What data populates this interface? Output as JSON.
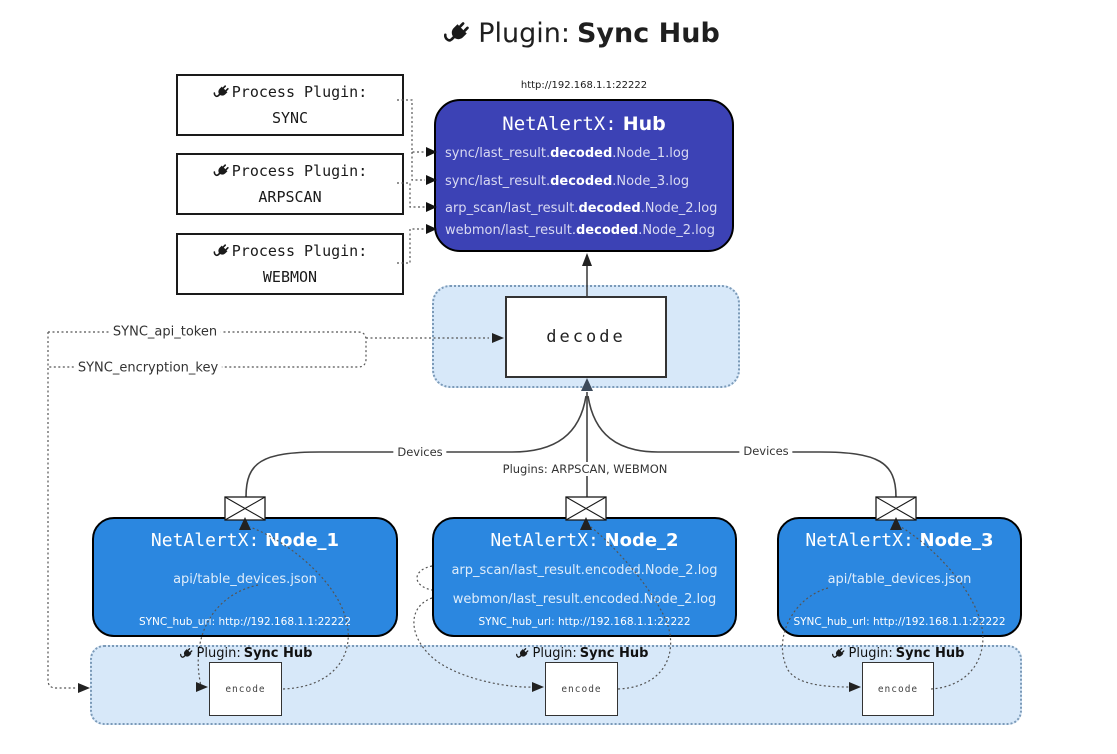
{
  "title": {
    "icon": "plug-icon",
    "prefix": "Plugin:",
    "name": "Sync Hub"
  },
  "process_plugins": [
    {
      "label": "Process Plugin:",
      "name": "SYNC"
    },
    {
      "label": "Process Plugin:",
      "name": "ARPSCAN"
    },
    {
      "label": "Process Plugin:",
      "name": "WEBMON"
    }
  ],
  "hub": {
    "url": "http://192.168.1.1:22222",
    "prefix": "NetAlertX:",
    "name": "Hub",
    "lines": [
      {
        "before": "sync/last_result.",
        "bold": "decoded",
        "after": ".Node_1.log"
      },
      {
        "before": "sync/last_result.",
        "bold": "decoded",
        "after": ".Node_3.log"
      },
      {
        "before": "arp_scan/last_result.",
        "bold": "decoded",
        "after": ".Node_2.log"
      },
      {
        "before": "webmon/last_result.",
        "bold": "decoded",
        "after": ".Node_2.log"
      }
    ]
  },
  "decode": {
    "label": "decode"
  },
  "keys": {
    "api_token": "SYNC_api_token",
    "encryption_key": "SYNC_encryption_key"
  },
  "edges": {
    "devices_left": "Devices",
    "devices_right": "Devices",
    "plugins_mid": "Plugins: ARPSCAN, WEBMON"
  },
  "nodes": [
    {
      "prefix": "NetAlertX:",
      "name": "Node_1",
      "lines": [
        "api/table_devices.json"
      ],
      "footer": "SYNC_hub_url: http://192.168.1.1:22222"
    },
    {
      "prefix": "NetAlertX:",
      "name": "Node_2",
      "lines": [
        "arp_scan/last_result.encoded.Node_2.log",
        "webmon/last_result.encoded.Node_2.log"
      ],
      "footer": "SYNC_hub_url: http://192.168.1.1:22222"
    },
    {
      "prefix": "NetAlertX:",
      "name": "Node_3",
      "lines": [
        "api/table_devices.json"
      ],
      "footer": "SYNC_hub_url: http://192.168.1.1:22222"
    }
  ],
  "encode_section": {
    "plugin_label": "Plugin:",
    "plugin_name": "Sync Hub",
    "encode_label": "encode"
  },
  "colors": {
    "hub_fill": "#3c42b5",
    "node_fill": "#2b87e0",
    "panel_fill": "#d7e8f9",
    "panel_border": "#7b9ab8",
    "line": "#444444",
    "hub_text": "#d9daf2",
    "white": "#ffffff"
  }
}
